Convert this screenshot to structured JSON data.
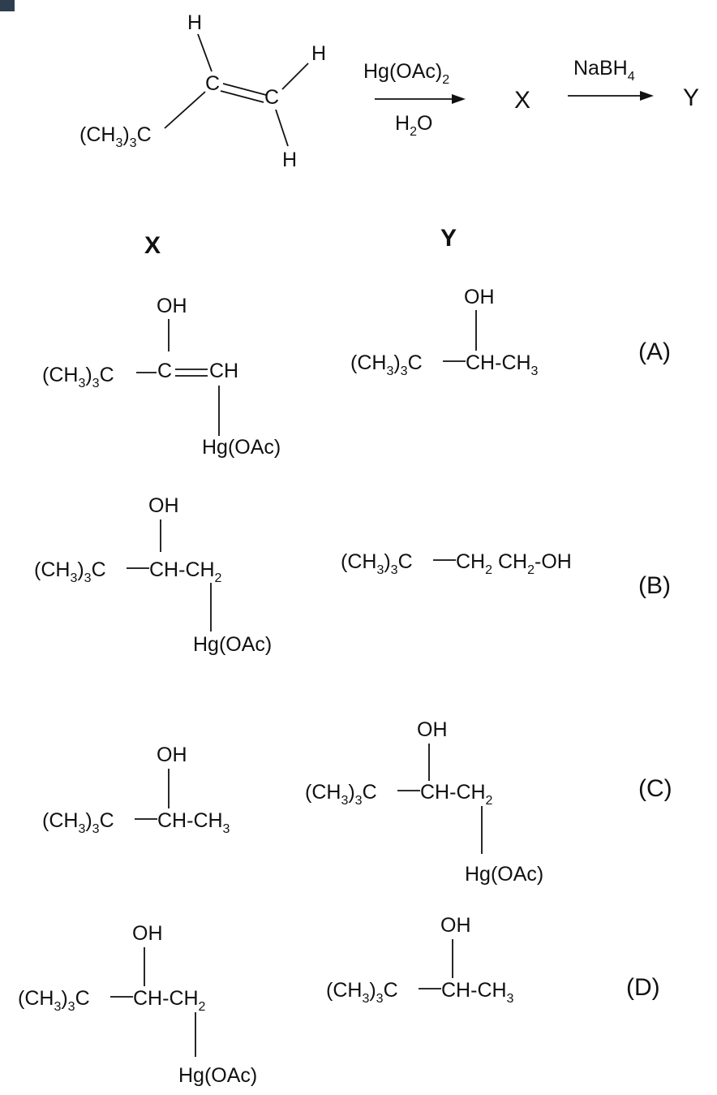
{
  "reaction": {
    "reactant": {
      "h_top": "H",
      "h_right": "H",
      "h_bottom": "H",
      "c1": "C",
      "c2": "C",
      "tbutyl": {
        "a": "(CH",
        "s1": "3",
        "b": ")",
        "s2": "3",
        "c": "C"
      }
    },
    "reagent1": {
      "top_a": "Hg(OAc)",
      "top_sub": "2",
      "bottom_a": "H",
      "bottom_sub": "2",
      "bottom_b": "O"
    },
    "product_x": "X",
    "reagent2": {
      "a": "NaBH",
      "sub": "4"
    },
    "product_y": "Y"
  },
  "headers": {
    "x": "X",
    "y": "Y"
  },
  "frag": {
    "tbu_a": "(CH",
    "tbu_s1": "3",
    "tbu_b": ")",
    "tbu_s2": "3",
    "tbu_c": "C",
    "oh": "OH",
    "hg": "Hg(OAc)",
    "c": "C",
    "ch": "CH",
    "ch_a": "CH",
    "ch3_a": "CH",
    "ch3_s": "3",
    "ch2_a": "CH",
    "ch2_s": "2",
    "dash": "-",
    "oh_tail": "OH"
  },
  "options": [
    {
      "label": "(A)"
    },
    {
      "label": "(B)"
    },
    {
      "label": "(C)"
    },
    {
      "label": "(D)"
    }
  ]
}
